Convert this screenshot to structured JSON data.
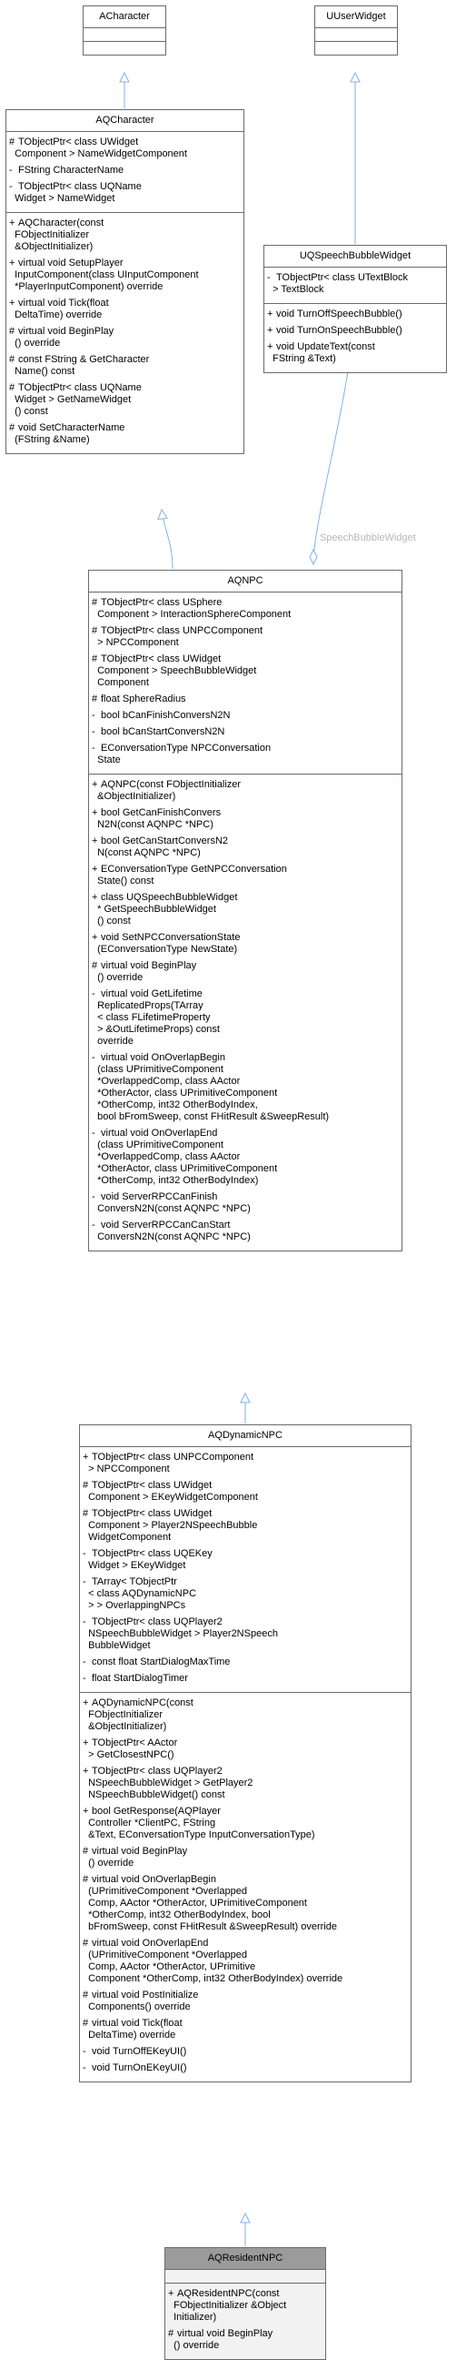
{
  "classes": {
    "acharacter": {
      "name": "ACharacter"
    },
    "uuserwidget": {
      "name": "UUserWidget"
    },
    "aqcharacter": {
      "name": "AQCharacter",
      "attributes": [
        {
          "v": "#",
          "t": "TObjectPtr< class UWidget\n  Component > NameWidgetComponent"
        },
        {
          "v": "-",
          "t": "FString CharacterName"
        },
        {
          "v": "-",
          "t": "TObjectPtr< class UQName\n  Widget > NameWidget"
        }
      ],
      "operations": [
        {
          "v": "+",
          "t": "AQCharacter(const\n  FObjectInitializer\n  &ObjectInitializer)"
        },
        {
          "v": "+",
          "t": "virtual void SetupPlayer\n  InputComponent(class UInputComponent\n  *PlayerInputComponent) override"
        },
        {
          "v": "+",
          "t": "virtual void Tick(float\n  DeltaTime) override"
        },
        {
          "v": "#",
          "t": "virtual void BeginPlay\n  () override"
        },
        {
          "v": "#",
          "t": "const FString & GetCharacter\n  Name() const"
        },
        {
          "v": "#",
          "t": "TObjectPtr< class UQName\n  Widget > GetNameWidget\n  () const"
        },
        {
          "v": "#",
          "t": "void SetCharacterName\n  (FString &Name)"
        }
      ]
    },
    "uqspeechbubblewidget": {
      "name": "UQSpeechBubbleWidget",
      "attributes": [
        {
          "v": "-",
          "t": "TObjectPtr< class UTextBlock\n  > TextBlock"
        }
      ],
      "operations": [
        {
          "v": "+",
          "t": "void TurnOffSpeechBubble()"
        },
        {
          "v": "+",
          "t": "void TurnOnSpeechBubble()"
        },
        {
          "v": "+",
          "t": "void UpdateText(const\n  FString &Text)"
        }
      ]
    },
    "aqnpc": {
      "name": "AQNPC",
      "attributes": [
        {
          "v": "#",
          "t": "TObjectPtr< class USphere\n  Component > InteractionSphereComponent"
        },
        {
          "v": "#",
          "t": "TObjectPtr< class UNPCComponent\n  > NPCComponent"
        },
        {
          "v": "#",
          "t": "TObjectPtr< class UWidget\n  Component > SpeechBubbleWidget\n  Component"
        },
        {
          "v": "#",
          "t": "float SphereRadius"
        },
        {
          "v": "-",
          "t": "bool bCanFinishConversN2N"
        },
        {
          "v": "-",
          "t": "bool bCanStartConversN2N"
        },
        {
          "v": "-",
          "t": "EConversationType NPCConversation\n  State"
        }
      ],
      "operations": [
        {
          "v": "+",
          "t": "AQNPC(const FObjectInitializer\n  &ObjectInitializer)"
        },
        {
          "v": "+",
          "t": "bool GetCanFinishConvers\n  N2N(const AQNPC *NPC)"
        },
        {
          "v": "+",
          "t": "bool GetCanStartConversN2\n  N(const AQNPC *NPC)"
        },
        {
          "v": "+",
          "t": "EConversationType GetNPCConversation\n  State() const"
        },
        {
          "v": "+",
          "t": "class UQSpeechBubbleWidget\n  * GetSpeechBubbleWidget\n  () const"
        },
        {
          "v": "+",
          "t": "void SetNPCConversationState\n  (EConversationType NewState)"
        },
        {
          "v": "#",
          "t": "virtual void BeginPlay\n  () override"
        },
        {
          "v": "-",
          "t": "virtual void GetLifetime\n  ReplicatedProps(TArray\n  < class FLifetimeProperty\n  > &OutLifetimeProps) const\n  override"
        },
        {
          "v": "-",
          "t": "virtual void OnOverlapBegin\n  (class UPrimitiveComponent\n  *OverlappedComp, class AActor\n  *OtherActor, class UPrimitiveComponent\n  *OtherComp, int32 OtherBodyIndex,\n  bool bFromSweep, const FHitResult &SweepResult)"
        },
        {
          "v": "-",
          "t": "virtual void OnOverlapEnd\n  (class UPrimitiveComponent\n  *OverlappedComp, class AActor\n  *OtherActor, class UPrimitiveComponent\n  *OtherComp, int32 OtherBodyIndex)"
        },
        {
          "v": "-",
          "t": "void ServerRPCCanFinish\n  ConversN2N(const AQNPC *NPC)"
        },
        {
          "v": "-",
          "t": "void ServerRPCCanCanStart\n  ConversN2N(const AQNPC *NPC)"
        }
      ]
    },
    "aqdynamicnpc": {
      "name": "AQDynamicNPC",
      "attributes": [
        {
          "v": "+",
          "t": "TObjectPtr< class UNPCComponent\n  > NPCComponent"
        },
        {
          "v": "#",
          "t": "TObjectPtr< class UWidget\n  Component > EKeyWidgetComponent"
        },
        {
          "v": "#",
          "t": "TObjectPtr< class UWidget\n  Component > Player2NSpeechBubble\n  WidgetComponent"
        },
        {
          "v": "-",
          "t": "TObjectPtr< class UQEKey\n  Widget > EKeyWidget"
        },
        {
          "v": "-",
          "t": "TArray< TObjectPtr\n  < class AQDynamicNPC\n  > > OverlappingNPCs"
        },
        {
          "v": "-",
          "t": "TObjectPtr< class UQPlayer2\n  NSpeechBubbleWidget > Player2NSpeech\n  BubbleWidget"
        },
        {
          "v": "-",
          "t": "const float StartDialogMaxTime"
        },
        {
          "v": "-",
          "t": "float StartDialogTimer"
        }
      ],
      "operations": [
        {
          "v": "+",
          "t": "AQDynamicNPC(const\n  FObjectInitializer\n  &ObjectInitializer)"
        },
        {
          "v": "+",
          "t": "TObjectPtr< AActor\n  > GetClosestNPC()"
        },
        {
          "v": "+",
          "t": "TObjectPtr< class UQPlayer2\n  NSpeechBubbleWidget > GetPlayer2\n  NSpeechBubbleWidget() const"
        },
        {
          "v": "+",
          "t": "bool GetResponse(AQPlayer\n  Controller *ClientPC, FString\n  &Text, EConversationType InputConversationType)"
        },
        {
          "v": "#",
          "t": "virtual void BeginPlay\n  () override"
        },
        {
          "v": "#",
          "t": "virtual void OnOverlapBegin\n  (UPrimitiveComponent *Overlapped\n  Comp, AActor *OtherActor, UPrimitiveComponent\n  *OtherComp, int32 OtherBodyIndex, bool\n  bFromSweep, const FHitResult &SweepResult) override"
        },
        {
          "v": "#",
          "t": "virtual void OnOverlapEnd\n  (UPrimitiveComponent *Overlapped\n  Comp, AActor *OtherActor, UPrimitive\n  Component *OtherComp, int32 OtherBodyIndex) override"
        },
        {
          "v": "#",
          "t": "virtual void PostInitialize\n  Components() override"
        },
        {
          "v": "#",
          "t": "virtual void Tick(float\n  DeltaTime) override"
        },
        {
          "v": "-",
          "t": "void TurnOffEKeyUI()"
        },
        {
          "v": "-",
          "t": "void TurnOnEKeyUI()"
        }
      ]
    },
    "aqresidentnpc": {
      "name": "AQResidentNPC",
      "operations": [
        {
          "v": "+",
          "t": "AQResidentNPC(const\n  FObjectInitializer &Object\n  Initializer)"
        },
        {
          "v": "#",
          "t": "virtual void BeginPlay\n  () override"
        }
      ]
    }
  },
  "edges": {
    "speech_bubble_label": "SpeechBubbleWidget"
  },
  "colors": {
    "border": "#6a6a6a",
    "inherit_arrow": "#7fb2e5",
    "label": "#b8b8b8",
    "highlight_title": "#9b9b9b"
  }
}
